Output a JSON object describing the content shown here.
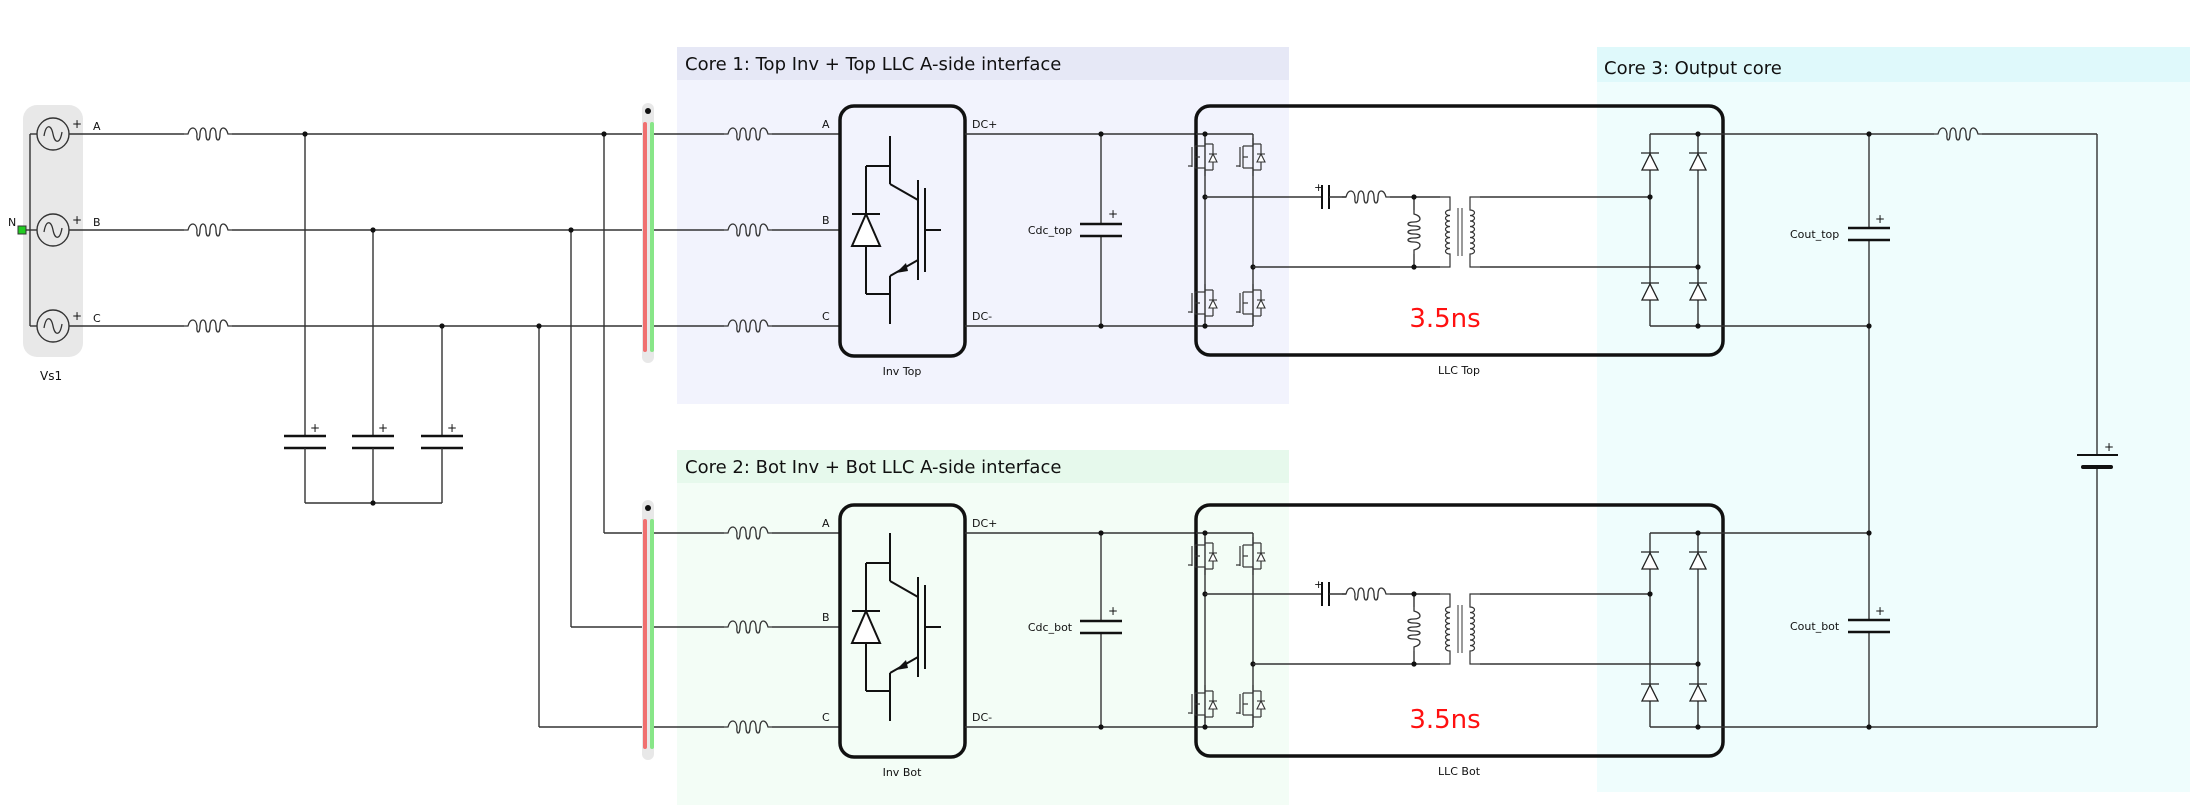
{
  "cores": [
    {
      "id": "core1",
      "title": "Core 1: Top Inv + Top LLC A-side interface",
      "bg": "#f2f3fd",
      "header_bg": "#e6e8f6"
    },
    {
      "id": "core2",
      "title": "Core 2: Bot Inv + Bot LLC A-side interface",
      "bg": "#f3fdf6",
      "header_bg": "#e6f9ec"
    },
    {
      "id": "core3",
      "title": "Core 3: Output core",
      "bg": "#effdfd",
      "header_bg": "#dff9fb"
    }
  ],
  "source": {
    "name": "Vs1",
    "neutral_label": "N",
    "phases": [
      "A",
      "B",
      "C"
    ],
    "plus": "+",
    "neutral_color": "#22cc22"
  },
  "bus_colors": {
    "red": "#f07070",
    "green": "#88e688",
    "bg": "#e8e8e8"
  },
  "inverters": [
    {
      "name": "Inv Top",
      "ac_pins": [
        "A",
        "B",
        "C"
      ],
      "dc_pos": "DC+",
      "dc_neg": "DC-"
    },
    {
      "name": "Inv Bot",
      "ac_pins": [
        "A",
        "B",
        "C"
      ],
      "dc_pos": "DC+",
      "dc_neg": "DC-"
    }
  ],
  "dc_caps": [
    {
      "name": "Cdc_top",
      "plus": "+"
    },
    {
      "name": "Cdc_bot",
      "plus": "+"
    }
  ],
  "llcs": [
    {
      "name": "LLC Top",
      "delay": "3.5ns",
      "cap_plus": "+"
    },
    {
      "name": "LLC Bot",
      "delay": "3.5ns",
      "cap_plus": "+"
    }
  ],
  "output": {
    "caps": [
      {
        "name": "Cout_top",
        "plus": "+"
      },
      {
        "name": "Cout_bot",
        "plus": "+"
      }
    ],
    "battery_plus": "+"
  },
  "filter_caps": [
    {
      "plus": "+"
    },
    {
      "plus": "+"
    },
    {
      "plus": "+"
    }
  ],
  "delay_color": "#ff1010"
}
